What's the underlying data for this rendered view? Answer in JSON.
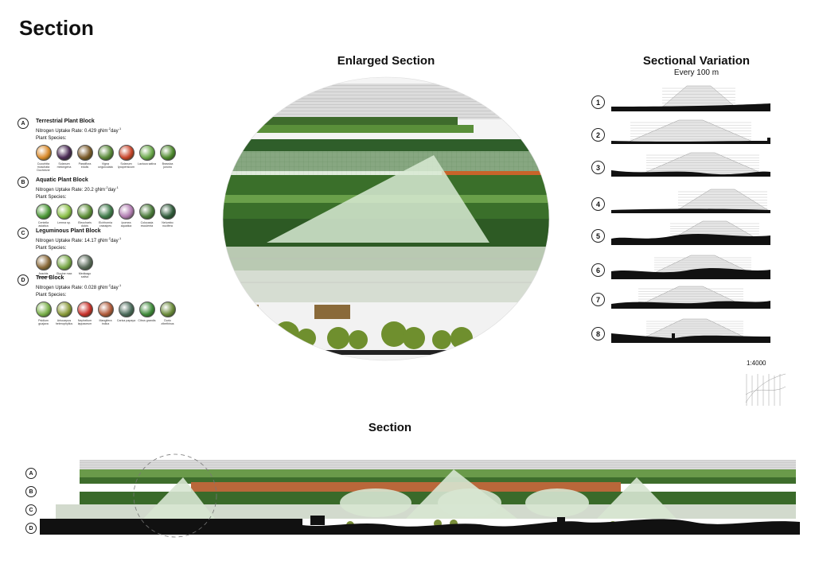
{
  "page_title": "Section",
  "enlarged_section": {
    "title": "Enlarged Section"
  },
  "sectional_variation": {
    "title": "Sectional Variation",
    "subtitle": "Every 100 m",
    "numbers": [
      "1",
      "2",
      "3",
      "4",
      "5",
      "6",
      "7",
      "8"
    ],
    "scale": "1:4000"
  },
  "section": {
    "title": "Section",
    "letters": [
      "A",
      "B",
      "C",
      "D"
    ]
  },
  "legend": {
    "blocks": [
      {
        "letter": "A",
        "title": "Terrestrial Plant Block",
        "rate": "Nitrogen Uptake Rate: 0.429 gNm",
        "unit_sup": "-2",
        "rate_tail": "day",
        "day_sup": "-1",
        "species_label": "Plant Species:",
        "species": [
          {
            "name": "Cucurbita moschata Duchesne",
            "color": "#d98a2b"
          },
          {
            "name": "Solanum melongena",
            "color": "#4a2a55"
          },
          {
            "name": "Passiflora edulis",
            "color": "#7a5a2a"
          },
          {
            "name": "Vigna unguiculata",
            "color": "#5a8a3a"
          },
          {
            "name": "Solanum lycopersicum",
            "color": "#c8442a"
          },
          {
            "name": "Lactuca sativa",
            "color": "#6aa84a"
          },
          {
            "name": "Brassica juncea",
            "color": "#4f8a2e"
          }
        ]
      },
      {
        "letter": "B",
        "title": "Aquatic Plant Block",
        "rate": "Nitrogen Uptake Rate: 20.2 gNm",
        "unit_sup": "-2",
        "rate_tail": "day",
        "day_sup": "-1",
        "species_label": "Plant Species:",
        "species": [
          {
            "name": "Centella asiatica",
            "color": "#4f9a3a"
          },
          {
            "name": "Lemna sp.",
            "color": "#8cc04a"
          },
          {
            "name": "Eleocharis dulcis",
            "color": "#5f8f3a"
          },
          {
            "name": "Eichhornia crassipes",
            "color": "#3f7a4a"
          },
          {
            "name": "Ipomea aquatica",
            "color": "#b07ab0"
          },
          {
            "name": "Colocasia esculenta",
            "color": "#4a7a3a"
          },
          {
            "name": "Nelumbo nucifera",
            "color": "#2f5a3a"
          }
        ]
      },
      {
        "letter": "C",
        "title": "Leguminous Plant Block",
        "rate": "Nitrogen Uptake Rate: 14.17 gNm",
        "unit_sup": "-2",
        "rate_tail": "day",
        "day_sup": "-1",
        "species_label": "Plant Species:",
        "species": [
          {
            "name": "Arachis hypogaea",
            "color": "#8a6a3a"
          },
          {
            "name": "Glycine max",
            "color": "#7aa84a"
          },
          {
            "name": "Medicago sativa",
            "color": "#5a6a5a"
          }
        ]
      },
      {
        "letter": "D",
        "title": "Tree Block",
        "rate": "Nitrogen Uptake Rate: 0.028 gNm",
        "unit_sup": "-2",
        "rate_tail": "day",
        "day_sup": "-1",
        "species_label": "Plant Species:",
        "species": [
          {
            "name": "Psidium guajava",
            "color": "#7ab04a"
          },
          {
            "name": "Artocarpus heterophyllus",
            "color": "#8a9a3a"
          },
          {
            "name": "Nephelium lappaceum",
            "color": "#c8302a"
          },
          {
            "name": "Mangifera indica",
            "color": "#b05a3a"
          },
          {
            "name": "Carica papaya",
            "color": "#4a6a5a"
          },
          {
            "name": "Citrus grandis",
            "color": "#3f8a3a"
          },
          {
            "name": "Durio zibethinus",
            "color": "#6a8a3a"
          }
        ]
      }
    ]
  }
}
